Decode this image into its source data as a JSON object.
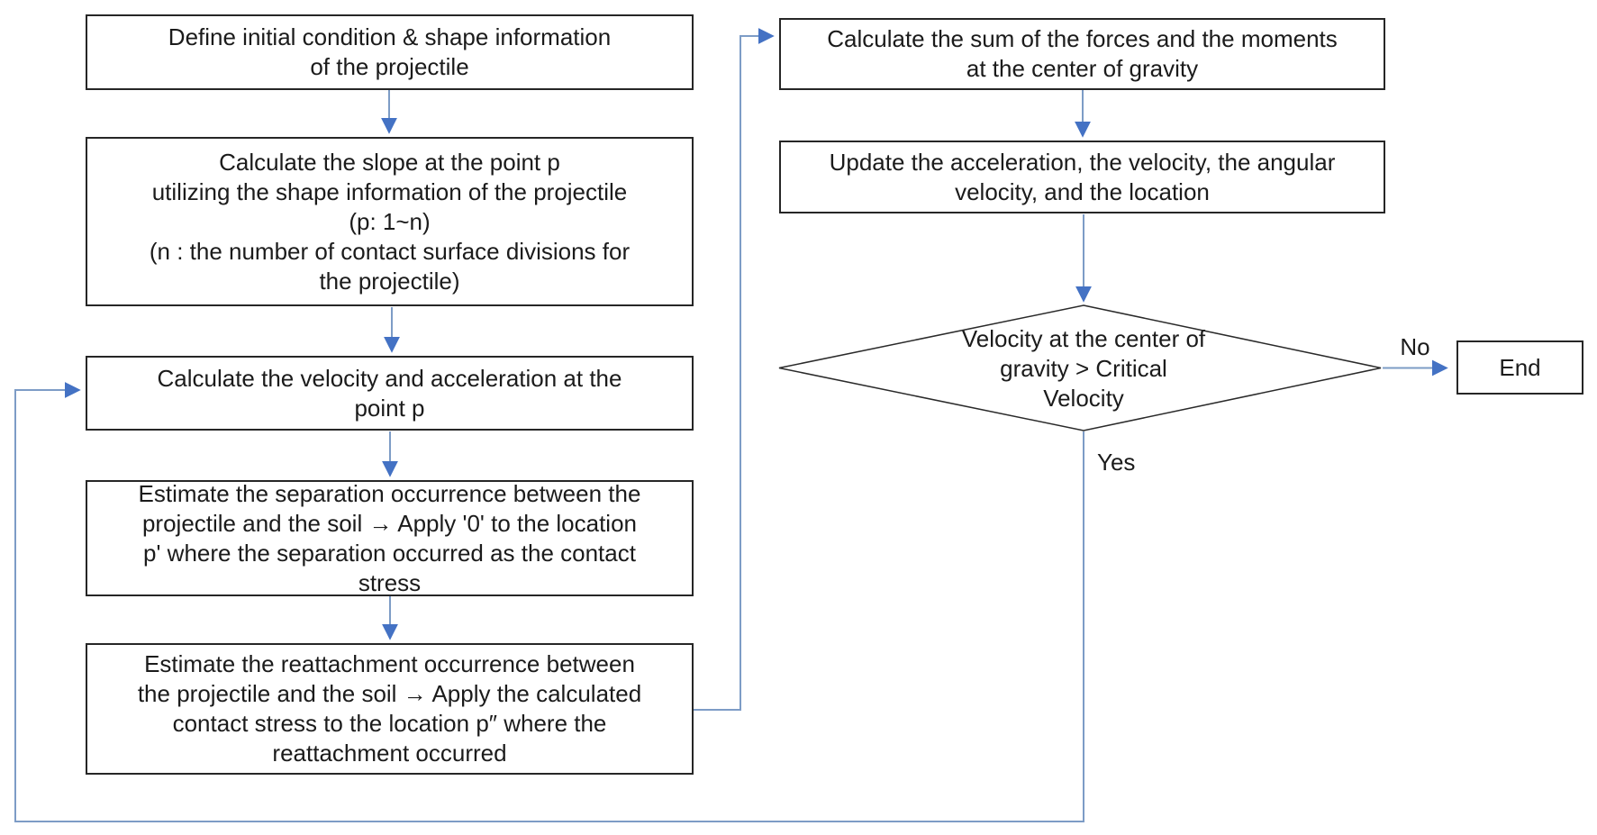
{
  "diagram_type": "flowchart",
  "nodes": {
    "l1": "Define initial condition & shape information\nof the projectile",
    "l2": "Calculate the slope at the point p\nutilizing the shape information of the projectile\n(p: 1~n)\n(n : the number of contact surface divisions for\nthe projectile)",
    "l3": "Calculate the velocity and acceleration at the\npoint p",
    "l4": "Estimate the separation occurrence between the\nprojectile and the soil → Apply '0' to the location\np' where the separation occurred as the contact\nstress",
    "l5": "Estimate the reattachment occurrence between\nthe projectile and the soil → Apply the calculated\ncontact stress to the location p″ where the\nreattachment occurred",
    "r1": "Calculate the sum of the forces and the moments\nat the center of gravity",
    "r2": "Update the acceleration, the velocity, the angular\nvelocity, and the location",
    "decision": "Velocity at the center of\ngravity > Critical\nVelocity",
    "end": "End"
  },
  "labels": {
    "yes": "Yes",
    "no": "No"
  },
  "edges": [
    {
      "from": "l1",
      "to": "l2",
      "label": ""
    },
    {
      "from": "l2",
      "to": "l3",
      "label": ""
    },
    {
      "from": "l3",
      "to": "l4",
      "label": ""
    },
    {
      "from": "l4",
      "to": "l5",
      "label": ""
    },
    {
      "from": "l5",
      "to": "r1",
      "label": ""
    },
    {
      "from": "r1",
      "to": "r2",
      "label": ""
    },
    {
      "from": "r2",
      "to": "decision",
      "label": ""
    },
    {
      "from": "decision",
      "to": "end",
      "label": "No"
    },
    {
      "from": "decision",
      "to": "l3",
      "label": "Yes"
    }
  ],
  "colors": {
    "connector": "#7d9cc6",
    "arrowhead": "#4472c4",
    "node_border": "#262626",
    "text": "#1b1b1b",
    "background": "#ffffff"
  }
}
